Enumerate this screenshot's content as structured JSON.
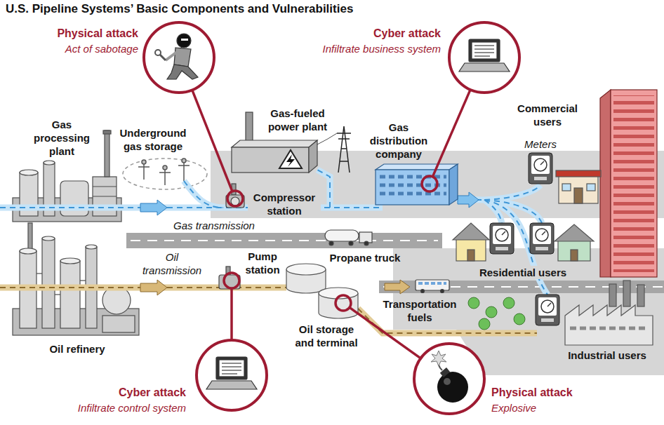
{
  "diagram": {
    "title": "U.S. Pipeline Systems’ Basic Components and Vulnerabilities",
    "nodes": [
      {
        "text": [
          "Physical attack",
          "Act of sabotage"
        ]
      },
      {
        "text": [
          "Cyber attack",
          "Infiltrate business system"
        ]
      },
      {
        "text": [
          "Cyber attack",
          "Infiltrate control system"
        ]
      },
      {
        "text": [
          "Physical attack",
          "Explosive"
        ]
      }
    ],
    "labels": [
      "Gas processing plant",
      "Underground gas storage",
      "Gas-fueled power plant",
      "Gas distribution company",
      "Commercial users",
      "Meters",
      "Compressor station",
      "Gas transmission",
      "Propane truck",
      "Oil transmission",
      "Pump station",
      "Residential users",
      "Transportation fuels",
      "Oil storage and terminal",
      "Oil refinery",
      "Industrial users"
    ]
  }
}
